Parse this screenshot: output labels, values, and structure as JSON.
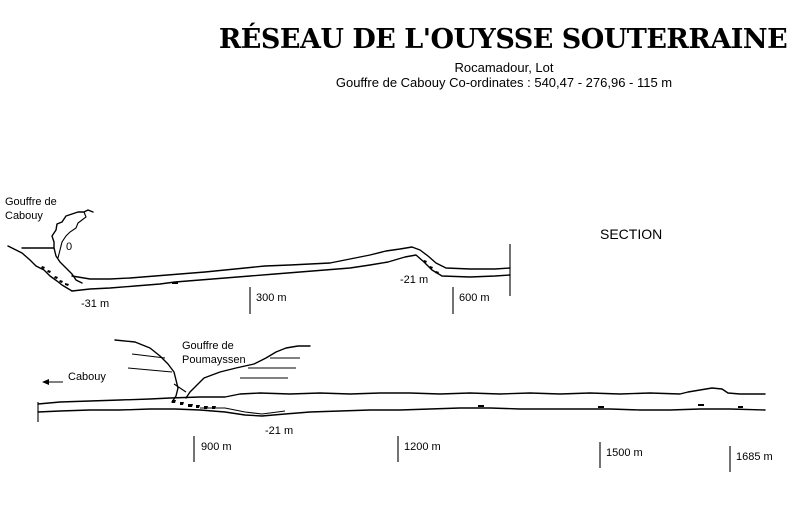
{
  "title": "RÉSEAU DE L'OUYSSE SOUTERRAINE",
  "location": "Rocamadour, Lot",
  "coordinates": "Gouffre de Cabouy Co-ordinates :  540,47 - 276,96 - 115 m",
  "section_label": "SECTION",
  "upper": {
    "entrance_name_line1": "Gouffre de",
    "entrance_name_line2": "Cabouy",
    "depth_zero": "0",
    "depth_low": "-31 m",
    "depth_end": "-21 m",
    "dist_300": "300 m",
    "dist_600": "600 m"
  },
  "lower": {
    "shaft_name_line1": "Gouffre de",
    "shaft_name_line2": "Poumayssen",
    "direction_label": "Cabouy",
    "depth_label": "-21 m",
    "dist_900": "900 m",
    "dist_1200": "1200 m",
    "dist_1500": "1500 m",
    "dist_1685": "1685 m"
  }
}
